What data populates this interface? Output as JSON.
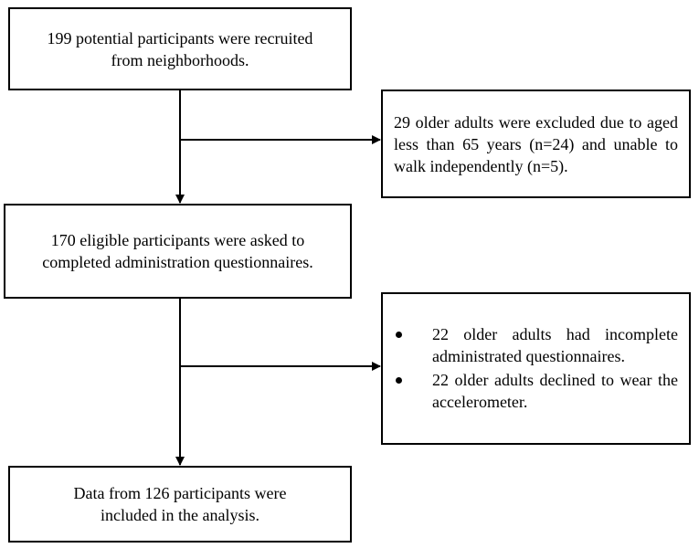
{
  "boxes": {
    "recruited": {
      "text": "199 potential participants were recruited from neighborhoods."
    },
    "excluded": {
      "text": "29 older adults were excluded due to aged less than 65 years (n=24) and unable to walk independently (n=5)."
    },
    "eligible": {
      "text": "170 eligible participants were asked to completed administration questionnaires."
    },
    "dropped": {
      "items": [
        "22 older adults had incomplete administrated questionnaires.",
        "22 older adults declined to wear the accelerometer."
      ]
    },
    "analyzed": {
      "text": "Data from 126 participants were included in the analysis."
    }
  },
  "colors": {
    "line": "#000000",
    "background": "#ffffff"
  }
}
